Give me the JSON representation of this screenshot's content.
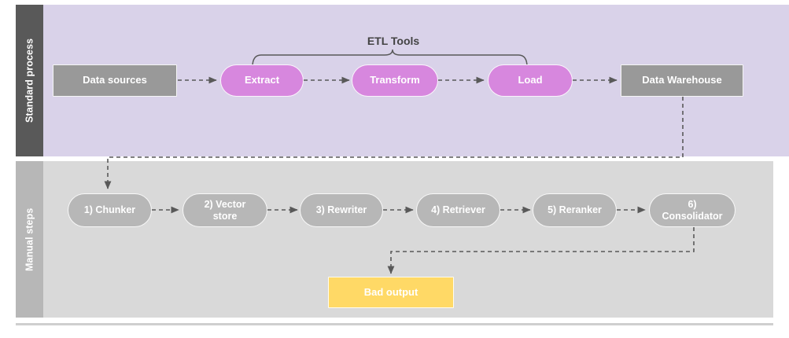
{
  "diagram": {
    "title_visible": false,
    "lanes": [
      {
        "id": "standard-process",
        "label": "Standard process",
        "header_color": "#595959",
        "band_color": "#d9d2e9"
      },
      {
        "id": "manual-steps",
        "label": "Manual steps",
        "header_color": "#b7b7b7",
        "band_color": "#d9d9d9"
      }
    ],
    "annotations": [
      {
        "id": "etl-tools",
        "label": "ETL Tools",
        "kind": "brace-label",
        "spans": [
          "Extract",
          "Transform",
          "Load"
        ]
      }
    ],
    "nodes": [
      {
        "id": "data-sources",
        "label": "Data sources",
        "lane": "standard-process",
        "shape": "rect",
        "color": "#999999"
      },
      {
        "id": "extract",
        "label": "Extract",
        "lane": "standard-process",
        "shape": "pill",
        "color": "#d787de"
      },
      {
        "id": "transform",
        "label": "Transform",
        "lane": "standard-process",
        "shape": "pill",
        "color": "#d787de"
      },
      {
        "id": "load",
        "label": "Load",
        "lane": "standard-process",
        "shape": "pill",
        "color": "#d787de"
      },
      {
        "id": "data-warehouse",
        "label": "Data Warehouse",
        "lane": "standard-process",
        "shape": "rect",
        "color": "#999999"
      },
      {
        "id": "chunker",
        "label": "1) Chunker",
        "lane": "manual-steps",
        "shape": "pill",
        "color": "#b7b7b7"
      },
      {
        "id": "vector-store",
        "label": "2) Vector store",
        "lane": "manual-steps",
        "shape": "pill",
        "color": "#b7b7b7"
      },
      {
        "id": "rewriter",
        "label": "3) Rewriter",
        "lane": "manual-steps",
        "shape": "pill",
        "color": "#b7b7b7"
      },
      {
        "id": "retriever",
        "label": "4) Retriever",
        "lane": "manual-steps",
        "shape": "pill",
        "color": "#b7b7b7"
      },
      {
        "id": "reranker",
        "label": "5) Reranker",
        "lane": "manual-steps",
        "shape": "pill",
        "color": "#b7b7b7"
      },
      {
        "id": "consolidator",
        "label": "6) Consolidator",
        "lane": "manual-steps",
        "shape": "pill",
        "color": "#b7b7b7"
      },
      {
        "id": "bad-output",
        "label": "Bad output",
        "lane": "manual-steps",
        "shape": "rect",
        "color": "#ffd966"
      }
    ],
    "edges": [
      {
        "from": "data-sources",
        "to": "extract",
        "style": "dashed",
        "arrow": true
      },
      {
        "from": "extract",
        "to": "transform",
        "style": "dashed",
        "arrow": true
      },
      {
        "from": "transform",
        "to": "load",
        "style": "dashed",
        "arrow": true
      },
      {
        "from": "load",
        "to": "data-warehouse",
        "style": "dashed",
        "arrow": true
      },
      {
        "from": "data-warehouse",
        "to": "chunker",
        "style": "dashed",
        "arrow": true,
        "routing": "orthogonal"
      },
      {
        "from": "chunker",
        "to": "vector-store",
        "style": "dashed",
        "arrow": true
      },
      {
        "from": "vector-store",
        "to": "rewriter",
        "style": "dashed",
        "arrow": true
      },
      {
        "from": "rewriter",
        "to": "retriever",
        "style": "dashed",
        "arrow": true
      },
      {
        "from": "retriever",
        "to": "reranker",
        "style": "dashed",
        "arrow": true
      },
      {
        "from": "reranker",
        "to": "consolidator",
        "style": "dashed",
        "arrow": true
      },
      {
        "from": "consolidator",
        "to": "bad-output",
        "style": "dashed",
        "arrow": true,
        "routing": "orthogonal"
      }
    ],
    "colors": {
      "lane_top_band": "#d9d2e9",
      "lane_top_header": "#595959",
      "lane_bottom_band": "#d9d9d9",
      "lane_bottom_header": "#b7b7b7",
      "node_gray": "#999999",
      "node_magenta": "#d787de",
      "node_pill_gray": "#b7b7b7",
      "node_yellow": "#ffd966",
      "edge": "#595959",
      "brace": "#595959",
      "label_text": "#434343",
      "node_text": "#ffffff",
      "canvas": "#ffffff"
    }
  }
}
